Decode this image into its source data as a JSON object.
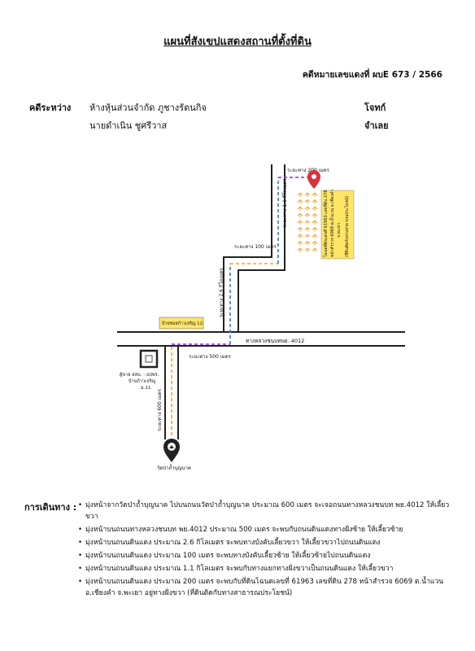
{
  "header": {
    "title": "แผนที่สังเขปแสดงสถานที่ตั้งที่ดิน",
    "case_number": "คดีหมายเลขแดงที่ ผบE 673 / 2566"
  },
  "parties": {
    "between_label": "คดีระหว่าง",
    "plaintiff_name": "ห้างหุ้นส่วนจำกัด ภูชางรัตนกิจ",
    "plaintiff_role": "โจทก์",
    "defendant_name": "นายดำเนิน ชูศรีวาส",
    "defendant_role": "จำเลย"
  },
  "map": {
    "distance_200m": "ระยะทาง 200 เมตร",
    "distance_1_1km": "ระยะทาง 1.1 กิโลเมตร",
    "distance_100m": "ระยะทาง 100 เมตร",
    "distance_2_6km": "ระยะทาง 2.6 กิโลเมตร",
    "distance_500m": "ระยะทาง 500 เมตร",
    "distance_600m": "ระยะทาง 600 เมตร",
    "highway_label": "ทางหลวงชนบทพย. 4012",
    "sign_label": "ป้ายซอยก้าวเจริญ 12",
    "health_station_line1": "ผู้ขาย สสบ. - อปพร.",
    "health_station_line2": "บ้านก้าวเจริญ",
    "health_station_line3": "ม.11",
    "temple_label": "วัดป่าถ้ำบุญนาค",
    "land_line1": "โฉนดที่ดินเลขที่ 61963 เลขที่ดิน 278",
    "land_line2": "หน้าสำรวจ 6069 ต.น้ำแวน อ.เชียงคำ",
    "land_line3": "จ.พะเยา",
    "land_line4": "(ที่ดินติดกับทางสาธารณประโยชน์)",
    "colors": {
      "road": "#222222",
      "sign_fill": "#ffe566",
      "route_purple": "#8a2be2",
      "route_orange": "#ffa500",
      "route_blue": "#3a6fd8",
      "marker_red": "#d9323c",
      "crop_icon": "#f0a030"
    }
  },
  "route": {
    "heading": "การเดินทาง :",
    "steps": [
      "มุ่งหน้าจากวัดป่าถ้ำบุญนาค ไปบนถนนวัดป่าถ้ำบุญนาค ประมาณ 600 เมตร จะเจอถนนทางหลวงชนบท พย.4012 ให้เลี้ยวขวา",
      "มุ่งหน้าบนถนนทางหลวงชนบท พย.4012 ประมาณ 500 เมตร จะพบกับถนนดินแดงทางฝั่งซ้าย ให้เลี้ยวซ้าย",
      "มุ่งหน้าบนถนนดินแดง ประมาณ 2.6 กิโลเมตร จะพบทางบังคับเลี้ยวขวา ให้เลี้ยวขวาไปถนนดินแดง",
      "มุ่งหน้าบนถนนดินแดง ประมาณ 100 เมตร จะพบทางบังคับเลี้ยวซ้าย ให้เลี้ยวซ้ายไปถนนดินแดง",
      "มุ่งหน้าบนถนนดินแดง ประมาณ 1.1 กิโลเมตร จะพบกับทางแยกทางฝั่งขวาเป็นถนนดินแดง ให้เลี้ยวขวา",
      "มุ่งหน้าบนถนนดินแดง ประมาณ 200 เมตร จะพบกับที่ดินโฉนดเลขที่ 61963 เลขที่ดิน 278 หน้าสำรวจ 6069 ต.น้ำแวน อ.เชียงคำ จ.พะเยา อยู่ทางฝั่งขวา (ที่ดินติดกับทางสาธารณประโยชน์)"
    ]
  }
}
